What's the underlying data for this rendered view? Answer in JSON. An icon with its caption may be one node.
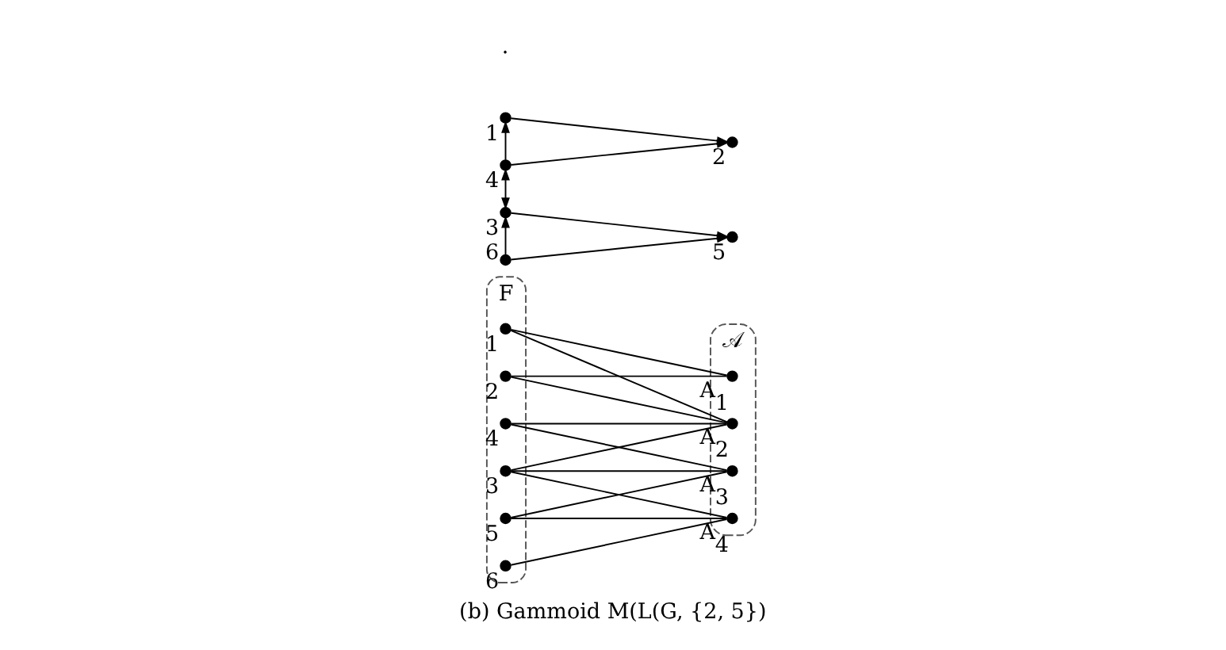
{
  "diagram": {
    "caption": "(b) Gammoid M(L(G, {2, 5})",
    "nodes": [
      {
        "text": [
          "F"
        ]
      },
      {
        "text": [],
        "shape": "circle",
        "beside": [
          "1"
        ],
        "in": 0
      },
      {
        "text": [],
        "shape": "circle",
        "beside": [
          "2"
        ],
        "in": 0
      },
      {
        "text": [],
        "shape": "circle",
        "beside": [
          "3"
        ],
        "in": 0
      },
      {
        "text": [],
        "shape": "circle",
        "beside": [
          "4"
        ],
        "in": 0
      },
      {
        "text": [],
        "shape": "circle",
        "beside": [
          "5"
        ],
        "in": 0
      },
      {
        "text": [],
        "shape": "circle",
        "beside": [
          "6"
        ],
        "in": 0
      },
      {
        "text": [
          "𝒜"
        ]
      },
      {
        "text": [],
        "shape": "circle",
        "beside": [
          "A$_{1}$"
        ],
        "in": 7
      },
      {
        "text": [],
        "shape": "circle",
        "beside": [
          "A$_{2}$"
        ],
        "in": 7
      },
      {
        "text": [],
        "shape": "circle",
        "beside": [
          "A$_{3}$"
        ],
        "in": 7
      },
      {
        "text": [],
        "shape": "circle",
        "beside": [
          "A$_{4}$"
        ],
        "in": 7
      },
      {
        "text": [],
        "shape": "circle",
        "beside": [
          "1"
        ]
      },
      {
        "text": [],
        "shape": "circle",
        "beside": [
          "4"
        ]
      },
      {
        "text": [],
        "shape": "circle",
        "beside": [
          "3"
        ]
      },
      {
        "text": [],
        "shape": "circle",
        "beside": [
          "6"
        ]
      },
      {
        "text": [],
        "shape": "circle",
        "beside": [
          "2"
        ]
      },
      {
        "text": [],
        "shape": "circle",
        "beside": [
          "5"
        ]
      }
    ],
    "edges": [
      {
        "from": 1,
        "to": 8,
        "arrow": "none"
      },
      {
        "from": 1,
        "to": 9,
        "arrow": "none"
      },
      {
        "from": 2,
        "to": 8,
        "arrow": "none"
      },
      {
        "from": 2,
        "to": 9,
        "arrow": "none"
      },
      {
        "from": 3,
        "to": 9,
        "arrow": "none"
      },
      {
        "from": 3,
        "to": 10,
        "arrow": "none"
      },
      {
        "from": 3,
        "to": 11,
        "arrow": "none"
      },
      {
        "from": 4,
        "to": 9,
        "arrow": "none"
      },
      {
        "from": 4,
        "to": 10,
        "arrow": "none"
      },
      {
        "from": 5,
        "to": 10,
        "arrow": "none"
      },
      {
        "from": 5,
        "to": 11,
        "arrow": "none"
      },
      {
        "from": 6,
        "to": 11,
        "arrow": "none"
      },
      {
        "from": 13,
        "to": 12,
        "arrow": "to"
      },
      {
        "from": 14,
        "to": 13,
        "arrow": "both"
      },
      {
        "from": 15,
        "to": 14,
        "arrow": "to"
      },
      {
        "from": 12,
        "to": 16,
        "arrow": "to"
      },
      {
        "from": 13,
        "to": 16,
        "arrow": "to"
      },
      {
        "from": 14,
        "to": 17,
        "arrow": "to"
      },
      {
        "from": 15,
        "to": 17,
        "arrow": "to"
      }
    ],
    "labels": [
      "."
    ]
  }
}
